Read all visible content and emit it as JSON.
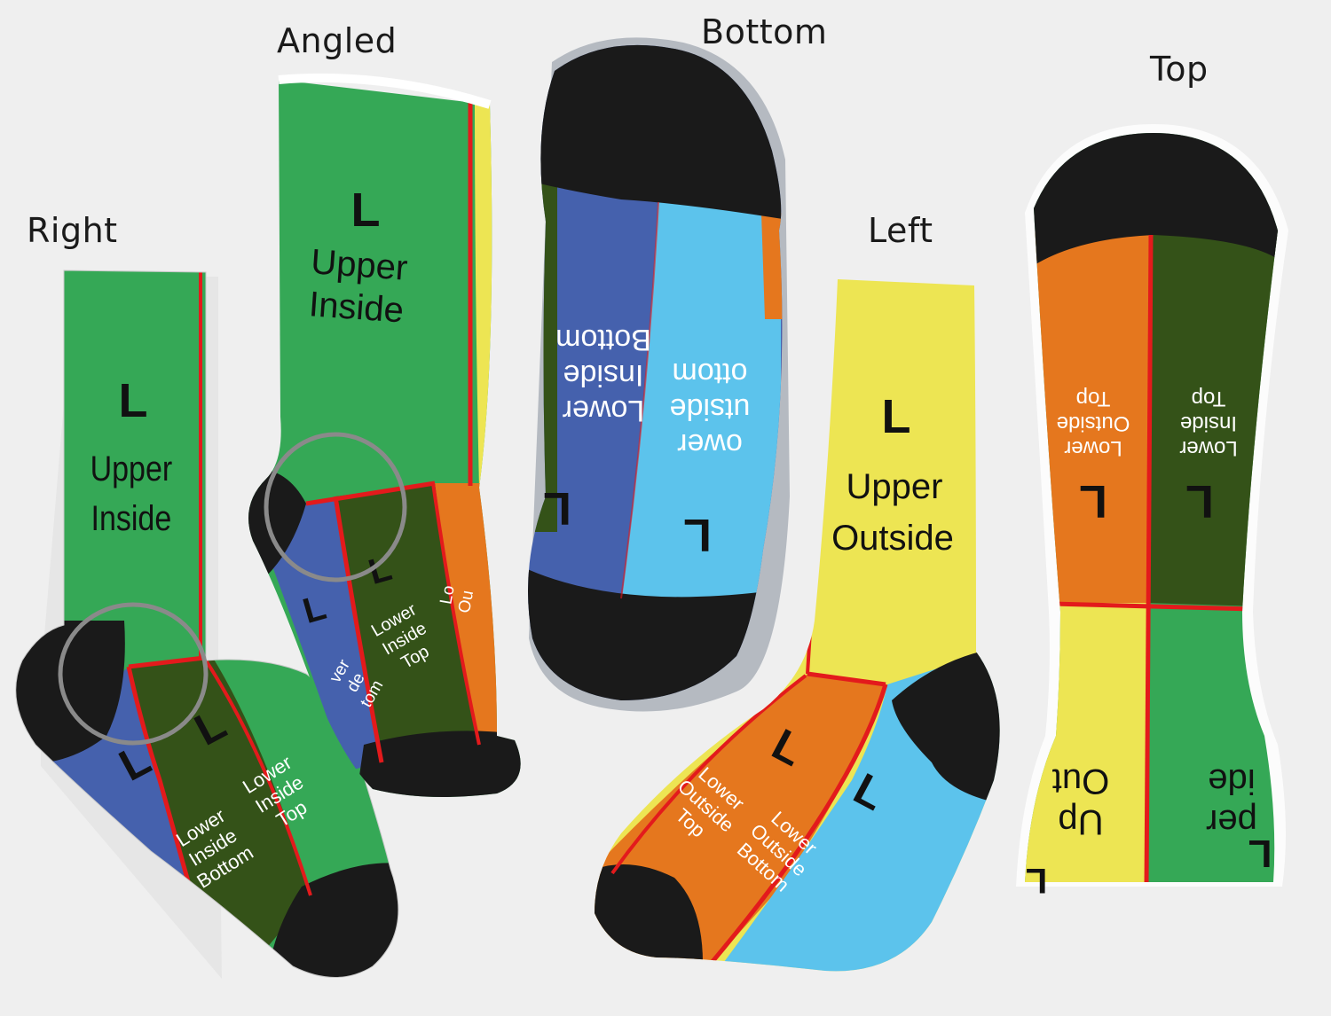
{
  "views": {
    "right": "Right",
    "angled": "Angled",
    "bottom": "Bottom",
    "left": "Left",
    "top": "Top"
  },
  "marker": "L",
  "regions": {
    "upper_inside": [
      "Upper",
      "Inside"
    ],
    "upper_outside": [
      "Upper",
      "Outside"
    ],
    "lower_inside_bottom": [
      "Lower",
      "Inside",
      "Bottom"
    ],
    "lower_inside_top": [
      "Lower",
      "Inside",
      "Top"
    ],
    "lower_outside_top": [
      "Lower",
      "Outside",
      "Top"
    ],
    "lower_outside_bottom": [
      "Lower",
      "Outside",
      "Bottom"
    ],
    "partial_lower_inside_bottom": [
      "ver",
      "de",
      "tom"
    ],
    "partial_lower_outside": [
      "Lo",
      "Ou"
    ],
    "partial_lower_outside_bottom": [
      "ower",
      "utside",
      "ottom"
    ],
    "partial_upper_outside": [
      "Up",
      "Out"
    ],
    "partial_upper_inside": [
      "per",
      "ide"
    ]
  },
  "colors": {
    "upper_inside": "#35a856",
    "upper_outside": "#ede553",
    "lower_inside_bottom": "#4561ad",
    "lower_inside_top": "#345218",
    "lower_outside_top": "#e5771e",
    "lower_outside_bottom": "#5cc3ec",
    "seam": "#e31a1c",
    "heel_toe": "#1a1a1a",
    "highlight_circle": "#8a8a8a",
    "background": "#efefef"
  }
}
